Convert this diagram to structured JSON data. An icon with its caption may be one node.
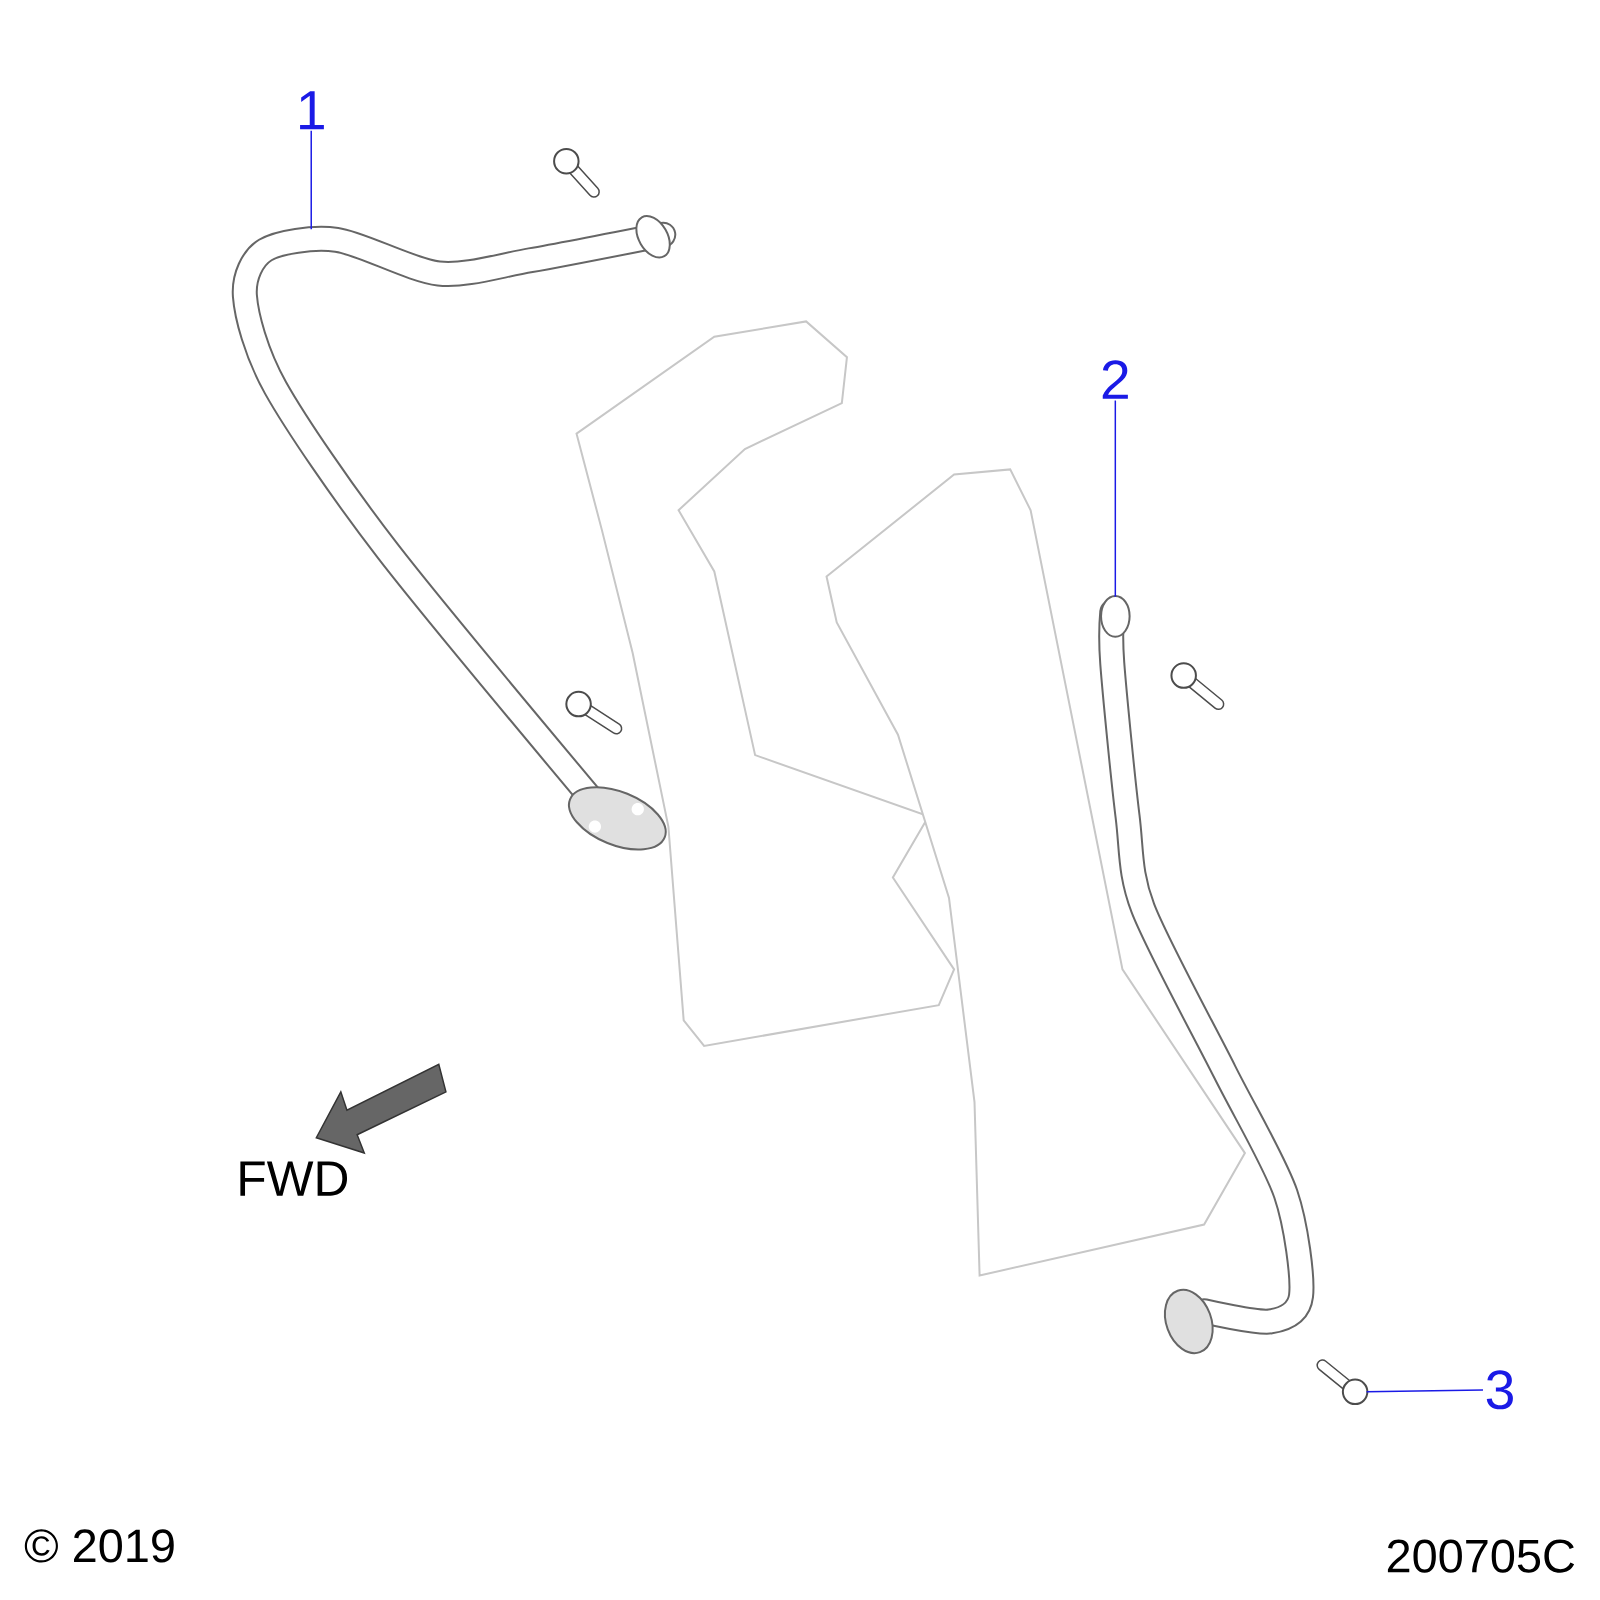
{
  "diagram": {
    "nodes": [
      {
        "text": [
          "1"
        ]
      },
      {
        "text": [],
        "shape": "picture"
      },
      {
        "text": [
          "2"
        ]
      },
      {
        "text": [],
        "shape": "picture"
      },
      {
        "text": [],
        "shape": "picture"
      },
      {
        "text": [
          "3"
        ]
      }
    ],
    "edges": [
      {
        "from": 0,
        "to": 1,
        "arrow": "none"
      },
      {
        "from": 2,
        "to": 3,
        "arrow": "none"
      },
      {
        "from": 5,
        "to": 4,
        "arrow": "none"
      }
    ],
    "labels": [
      "FWD",
      "© 2019",
      "200705C"
    ]
  }
}
